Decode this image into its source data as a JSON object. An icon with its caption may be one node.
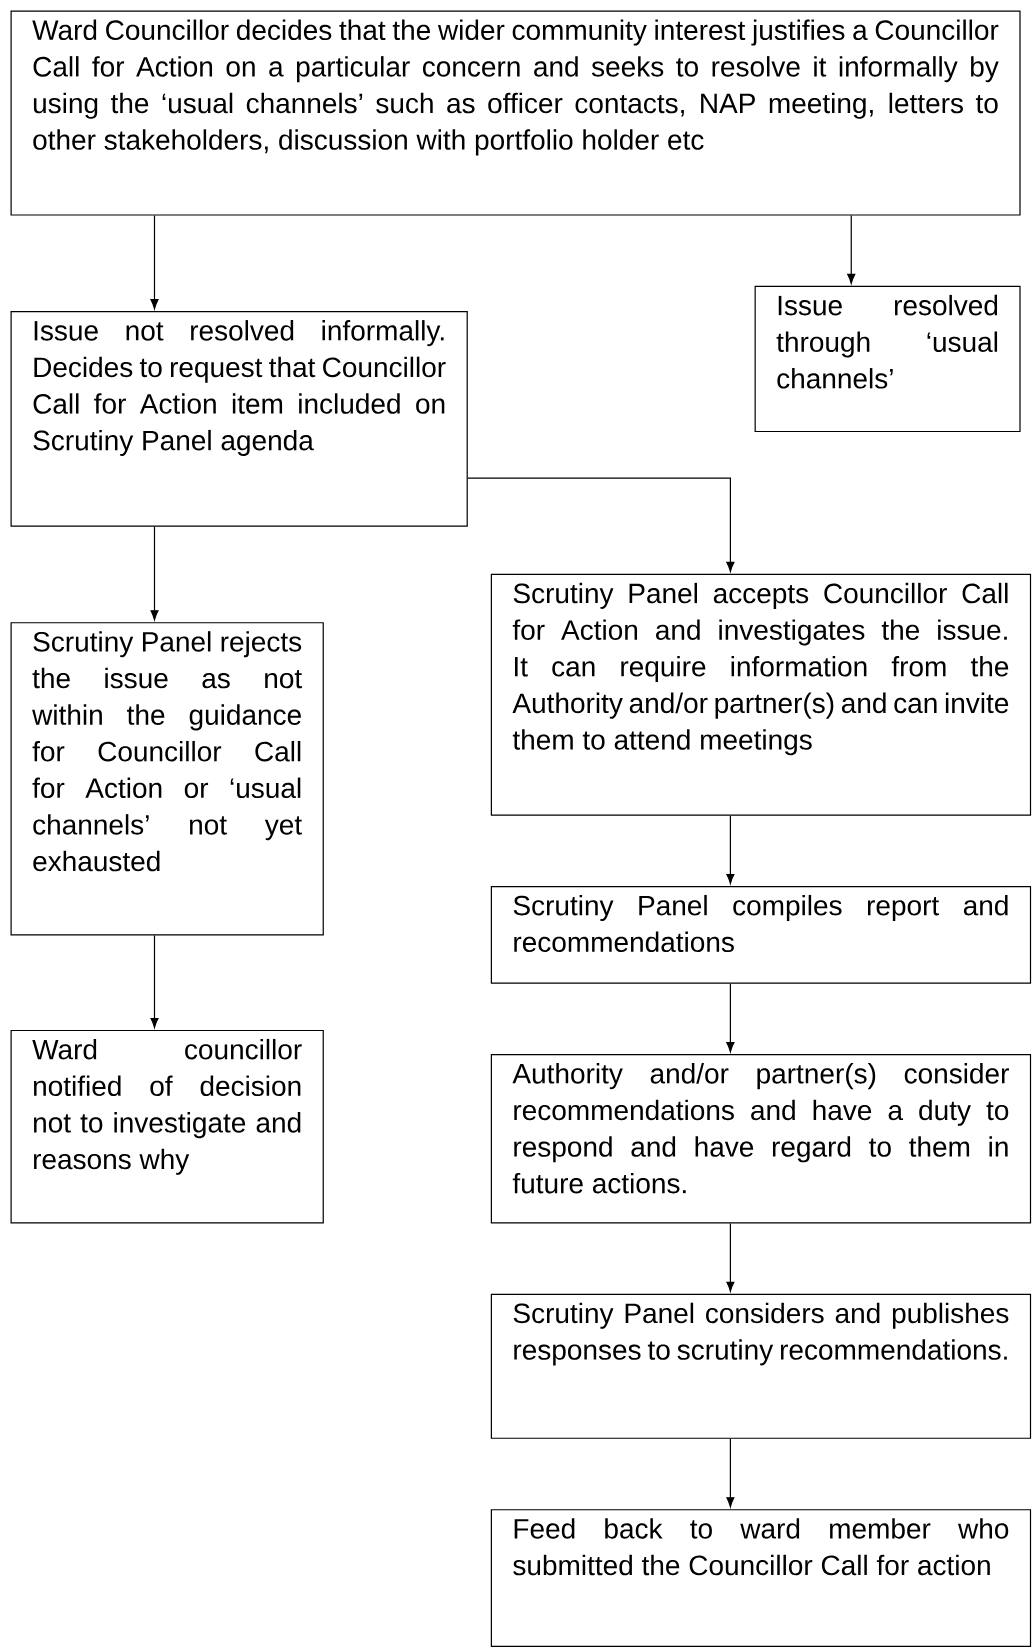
{
  "diagram": {
    "nodes": [
      {
        "text": [
          "Ward Councillor decides that the wider community interest justifies a Councillor Call for Action on a particular concern and seeks to resolve it informally by using the ‘usual channels’ such as officer contacts, NAP meeting, letters to other stakeholders, discussion with portfolio holder etc"
        ]
      },
      {
        "text": [
          "Issue not resolved informally. Decides to request that Councillor Call for Action item included on Scrutiny Panel agenda"
        ]
      },
      {
        "text": [
          "Issue resolved through ‘usual channels’"
        ]
      },
      {
        "text": [
          "Scrutiny Panel rejects the issue as not within the guidance for Councillor Call for Action or ‘usual channels’ not yet exhausted"
        ]
      },
      {
        "text": [
          "Scrutiny Panel accepts Councillor Call for Action and investigates the issue. It can require information from the Authority and/or partner(s) and can invite them to attend meetings"
        ]
      },
      {
        "text": [
          "Scrutiny Panel compiles report and recommendations"
        ]
      },
      {
        "text": [
          "Authority and/or partner(s) consider recommendations and have a duty to respond and have regard to them in future actions."
        ]
      },
      {
        "text": [
          "Scrutiny Panel considers and publishes responses to scrutiny recommendations."
        ]
      },
      {
        "text": [
          "Feed back to ward member who submitted the Councillor Call for action"
        ]
      },
      {
        "text": [
          "Ward councillor notified of decision not to investigate and reasons why"
        ]
      }
    ],
    "edges": [
      {
        "from": 0,
        "to": 1,
        "arrow": "to"
      },
      {
        "from": 0,
        "to": 2,
        "arrow": "to"
      },
      {
        "from": 1,
        "to": 3,
        "arrow": "to"
      },
      {
        "from": 1,
        "to": 4,
        "arrow": "to"
      },
      {
        "from": 3,
        "to": 9,
        "arrow": "to"
      },
      {
        "from": 4,
        "to": 5,
        "arrow": "to"
      },
      {
        "from": 5,
        "to": 6,
        "arrow": "to"
      },
      {
        "from": 6,
        "to": 7,
        "arrow": "to"
      },
      {
        "from": 7,
        "to": 8,
        "arrow": "to"
      }
    ]
  }
}
